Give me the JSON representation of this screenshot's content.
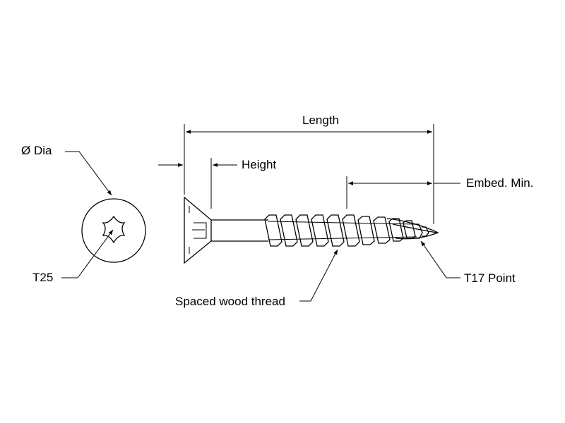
{
  "labels": {
    "length": "Length",
    "height": "Height",
    "embed": "Embed. Min.",
    "dia": "Ø Dia",
    "drive": "T25",
    "thread": "Spaced wood thread",
    "point": "T17 Point"
  }
}
